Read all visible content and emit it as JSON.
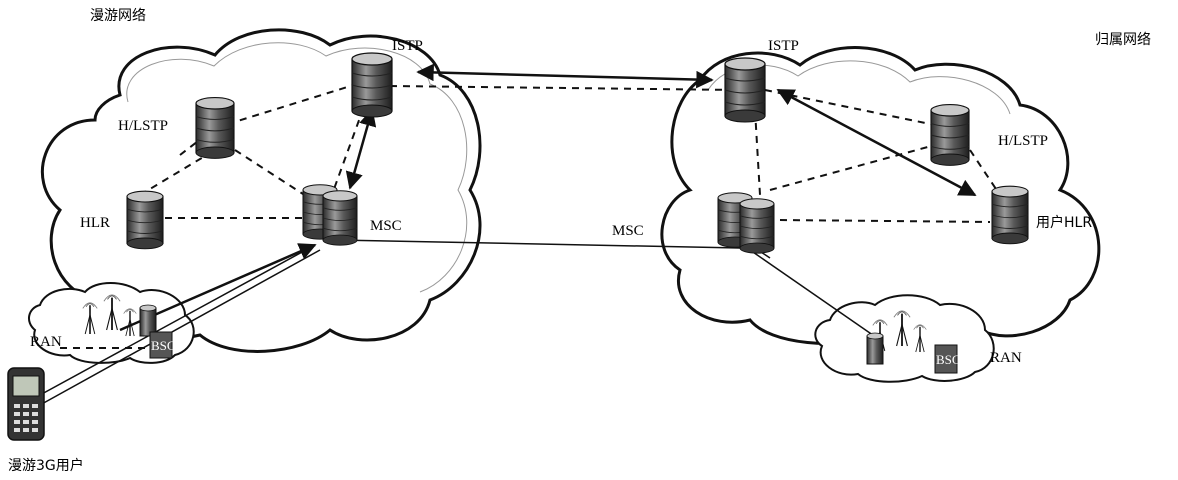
{
  "labels": {
    "roaming_network": "漫游网络",
    "home_network": "归属网络",
    "istp_left": "ISTP",
    "istp_right": "ISTP",
    "hlstp_left": "H/LSTP",
    "hlstp_right": "H/LSTP",
    "hlr_left": "HLR",
    "msc_left": "MSC",
    "msc_right": "MSC",
    "user_hlr": "用户HLR",
    "ran_left": "RAN",
    "ran_right": "RAN",
    "bsc_left": "BSC",
    "bsc_right": "BSC",
    "roaming_user": "漫游3G用户"
  },
  "colors": {
    "line": "#111111",
    "cloud_fill": "#ffffff",
    "db_body": "#6a6a6a",
    "db_top": "#b5b5b5"
  },
  "icons": {
    "server": "database-cylinder-icon",
    "phone": "mobile-phone-icon",
    "tower": "radio-tower-icon"
  }
}
